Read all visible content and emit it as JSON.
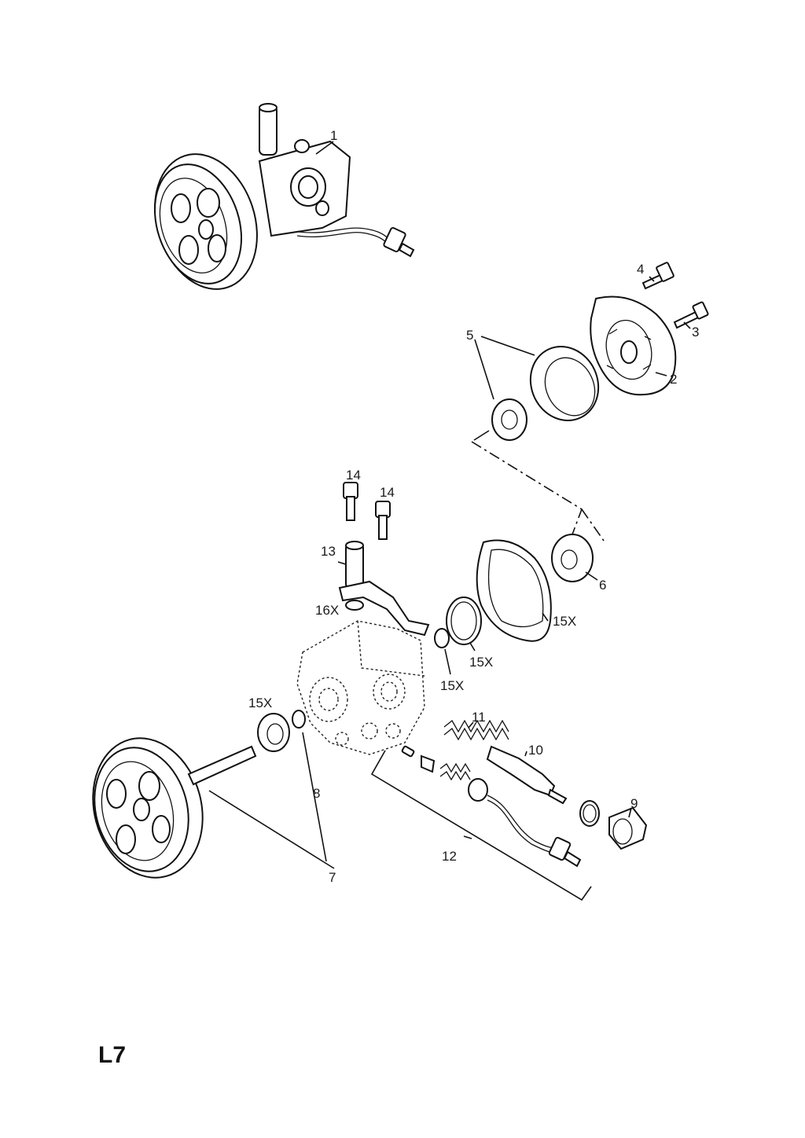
{
  "page_code": "L7",
  "callouts": {
    "c1": "1",
    "c2": "2",
    "c3": "3",
    "c4": "4",
    "c5": "5",
    "c6": "6",
    "c7": "7",
    "c8": "8",
    "c9": "9",
    "c10": "10",
    "c11": "11",
    "c12": "12",
    "c13": "13",
    "c14a": "14",
    "c14b": "14",
    "c15a": "15X",
    "c15b": "15X",
    "c15c": "15X",
    "c15d": "15X",
    "c16": "16X"
  }
}
